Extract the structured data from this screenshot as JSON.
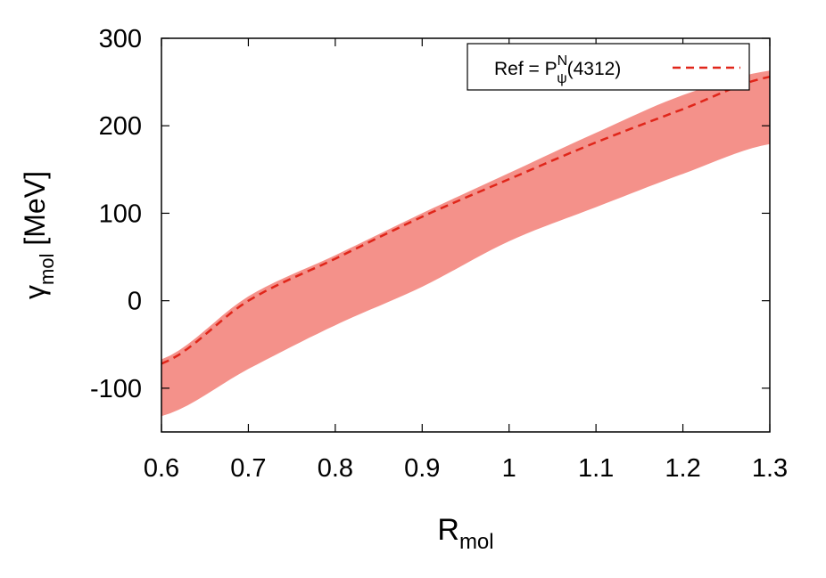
{
  "chart_data": {
    "type": "area",
    "x_range": [
      0.6,
      1.3
    ],
    "y_range": [
      -150,
      300
    ],
    "x_ticks": [
      "0.6",
      "0.7",
      "0.8",
      "0.9",
      "1",
      "1.1",
      "1.2",
      "1.3"
    ],
    "y_ticks": [
      "-100",
      "0",
      "100",
      "200",
      "300"
    ],
    "x_tick_values": [
      0.6,
      0.7,
      0.8,
      0.9,
      1.0,
      1.1,
      1.2,
      1.3
    ],
    "y_tick_values": [
      -100,
      0,
      100,
      200,
      300
    ],
    "xlabel": {
      "main": "R",
      "sub": "mol"
    },
    "ylabel": {
      "main": "γ",
      "sub": "mol",
      "suffix": " [MeV]"
    },
    "grid": false,
    "legend_position": "top-right",
    "legend": {
      "prefix": "Ref = P",
      "sup": "N",
      "sub": "ψ",
      "suffix": "(4312)"
    },
    "x": [
      0.6,
      0.7,
      0.8,
      0.9,
      1.0,
      1.1,
      1.2,
      1.3
    ],
    "series": [
      {
        "kind": "band",
        "color": "#f4918a",
        "upper": [
          -67,
          5,
          52,
          100,
          146,
          192,
          235,
          263
        ],
        "lower": [
          -132,
          -78,
          -28,
          16,
          68,
          107,
          145,
          179
        ]
      },
      {
        "kind": "line",
        "style": "dashed",
        "color": "#e0261a",
        "values": [
          -72,
          0,
          48,
          96,
          139,
          181,
          219,
          256
        ]
      }
    ]
  }
}
